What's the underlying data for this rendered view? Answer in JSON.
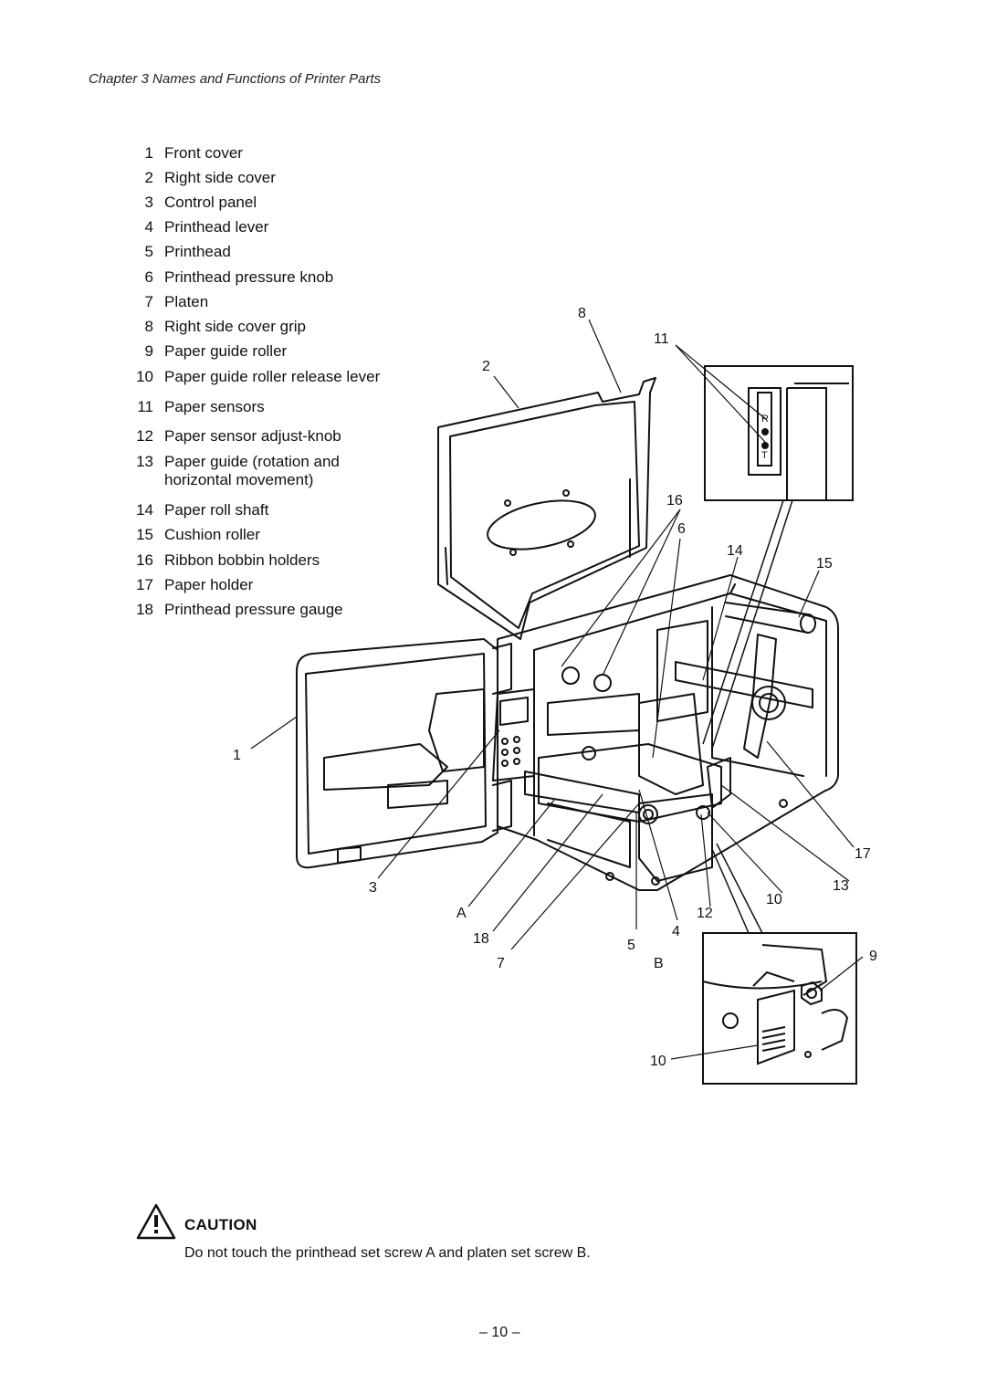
{
  "header": {
    "chapter": "Chapter 3   Names and Functions of Printer Parts"
  },
  "parts": [
    {
      "num": "1",
      "name": "Front cover"
    },
    {
      "num": "2",
      "name": "Right side cover"
    },
    {
      "num": "3",
      "name": "Control panel"
    },
    {
      "num": "4",
      "name": "Printhead lever"
    },
    {
      "num": "5",
      "name": "Printhead"
    },
    {
      "num": "6",
      "name": "Printhead pressure knob"
    },
    {
      "num": "7",
      "name": "Platen"
    },
    {
      "num": "8",
      "name": "Right side cover grip"
    },
    {
      "num": "9",
      "name": "Paper guide roller"
    },
    {
      "num": "10",
      "name": "Paper guide roller release lever"
    },
    {
      "num": "11",
      "name": "Paper sensors"
    },
    {
      "num": "12",
      "name": "Paper sensor adjust-knob"
    },
    {
      "num": "13",
      "name": "Paper guide (rotation and horizontal movement)"
    },
    {
      "num": "14",
      "name": "Paper roll shaft"
    },
    {
      "num": "15",
      "name": "Cushion roller"
    },
    {
      "num": "16",
      "name": "Ribbon bobbin holders"
    },
    {
      "num": "17",
      "name": "Paper holder"
    },
    {
      "num": "18",
      "name": "Printhead pressure gauge"
    }
  ],
  "callouts": {
    "c1": "1",
    "c2": "2",
    "c3": "3",
    "c4": "4",
    "c5": "5",
    "c6": "6",
    "c7": "7",
    "c8": "8",
    "c9": "9",
    "c10a": "10",
    "c10b": "10",
    "c11": "11",
    "c12": "12",
    "c13": "13",
    "c14": "14",
    "c15": "15",
    "c16": "16",
    "c17": "17",
    "c18": "18",
    "cA": "A",
    "cB": "B",
    "sensorR": "R",
    "sensorT": "T"
  },
  "caution": {
    "title": "CAUTION",
    "text": "Do not touch the printhead set screw A and platen set screw B."
  },
  "page_number": "– 10 –"
}
